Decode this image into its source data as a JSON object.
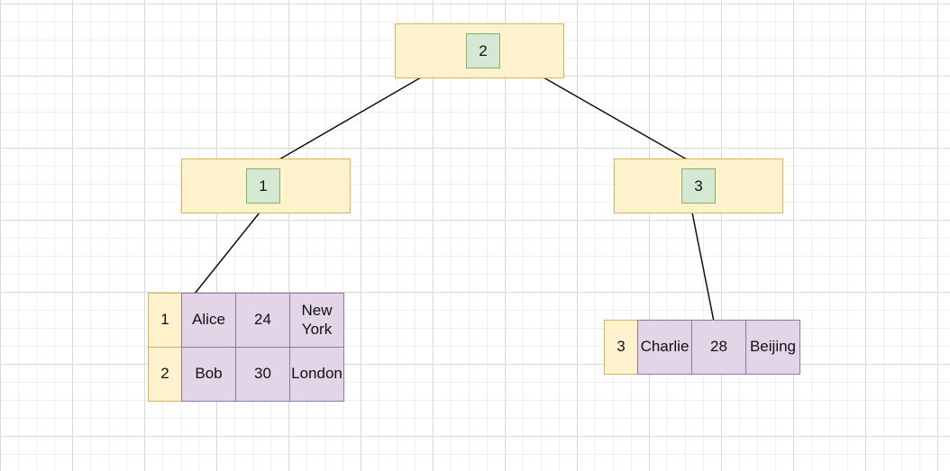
{
  "tree": {
    "root": {
      "key": "2"
    },
    "internal_nodes": [
      {
        "key": "1"
      },
      {
        "key": "3"
      }
    ]
  },
  "leaves": {
    "left": {
      "rows": [
        {
          "id": "1",
          "name": "Alice",
          "age": "24",
          "city": "New York"
        },
        {
          "id": "2",
          "name": "Bob",
          "age": "30",
          "city": "London"
        }
      ]
    },
    "right": {
      "rows": [
        {
          "id": "3",
          "name": "Charlie",
          "age": "28",
          "city": "Beijing"
        }
      ]
    }
  },
  "colors": {
    "node_fill": "#fff2cc",
    "node_border": "#d6b656",
    "key_fill": "#d5e8d4",
    "key_border": "#82b366",
    "record_fill": "#e1d5e7",
    "record_border": "#9673a6",
    "edge": "#111111"
  }
}
